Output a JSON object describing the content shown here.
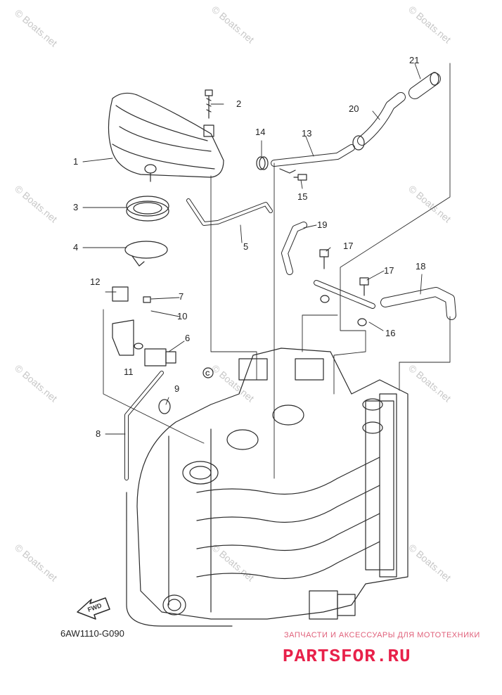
{
  "diagram": {
    "reference_code": "6AW1110-G090",
    "fwd_label": "FWD",
    "part_numbers": [
      "1",
      "2",
      "3",
      "4",
      "5",
      "6",
      "7",
      "8",
      "9",
      "10",
      "11",
      "12",
      "13",
      "14",
      "15",
      "16",
      "17",
      "17",
      "18",
      "19",
      "20",
      "21"
    ],
    "watermark": "© Boats.net"
  },
  "advert": {
    "tagline": "ЗАПЧАСТИ И АКСЕССУАРЫ ДЛЯ МОТОТЕХНИКИ",
    "logo_text": "PARTSFOR.RU"
  },
  "colors": {
    "line": "#2a2a2a",
    "watermark": "#c8c8c8",
    "advert_red": "#e8214a"
  }
}
